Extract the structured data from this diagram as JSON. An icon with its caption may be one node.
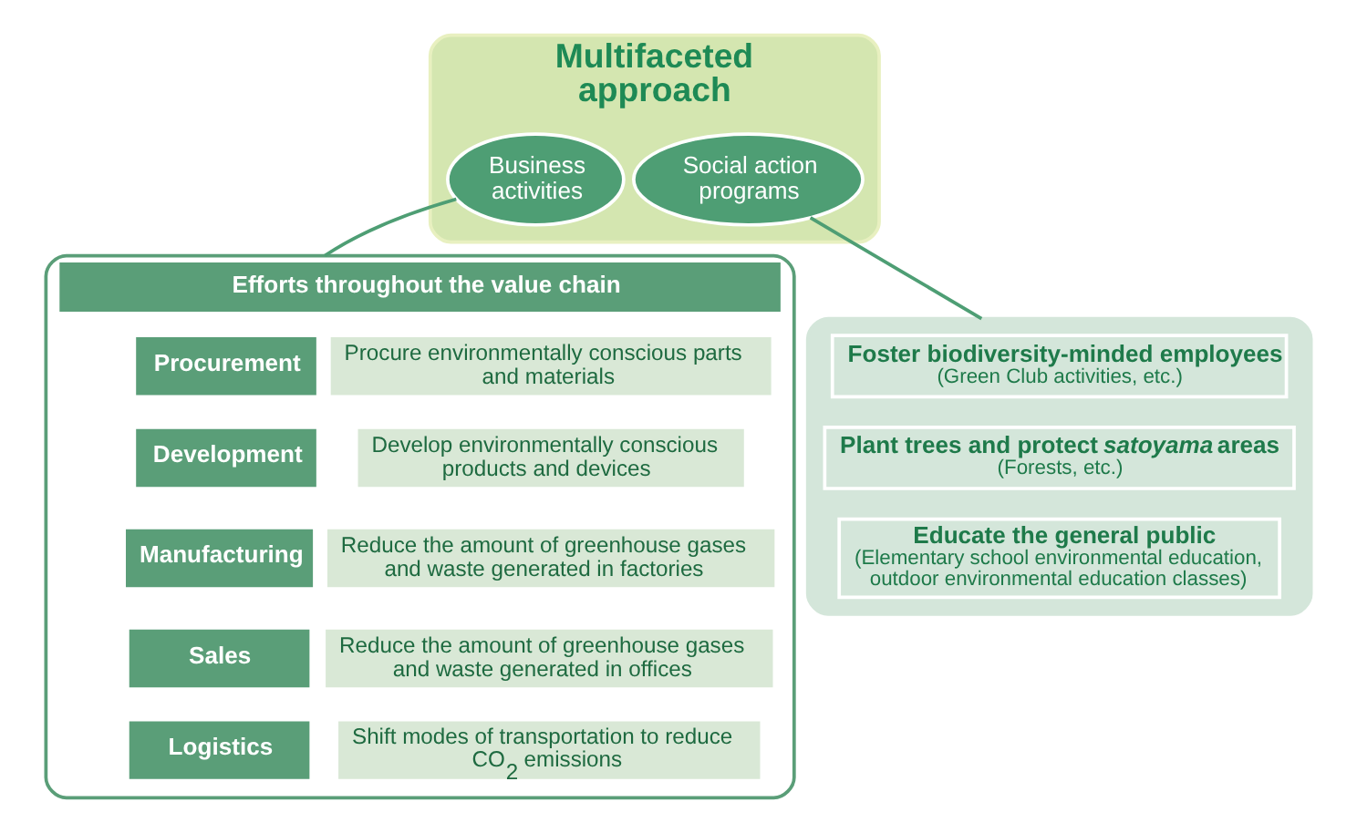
{
  "diagram": {
    "nodes": [
      {
        "text": [
          "Multifaceted approach"
        ]
      },
      {
        "text": [
          "Business activities"
        ],
        "in": 0
      },
      {
        "text": [
          "Social action programs"
        ],
        "in": 0
      },
      {
        "text": [
          "Efforts throughout the value chain"
        ]
      },
      {
        "text": [
          "Procurement"
        ],
        "in": 3
      },
      {
        "text": [
          "Procure environmentally conscious parts and materials"
        ],
        "in": 3
      },
      {
        "text": [
          "Development"
        ],
        "in": 3
      },
      {
        "text": [
          "Develop environmentally conscious products and devices"
        ],
        "in": 3
      },
      {
        "text": [
          "Manufacturing"
        ],
        "in": 3
      },
      {
        "text": [
          "Reduce the amount of greenhouse gases and waste generated in factories"
        ],
        "in": 3
      },
      {
        "text": [
          "Sales"
        ],
        "in": 3
      },
      {
        "text": [
          "Reduce the amount of greenhouse gases and waste generated in offices"
        ],
        "in": 3
      },
      {
        "text": [
          "Logistics"
        ],
        "in": 3
      },
      {
        "text": [
          "Shift modes of transportation to reduce CO$_{2}$ emissions"
        ],
        "in": 3
      },
      {
        "text": [],
        "shape": "box"
      },
      {
        "text": [
          "Foster biodiversity-minded employees",
          "(Green Club activities, etc.)"
        ],
        "in": 14
      },
      {
        "text": [
          "Plant trees and protect *satoyama* areas",
          "(Forests, etc.)"
        ],
        "in": 14
      },
      {
        "text": [
          "Educate the general public",
          "(Elementary school environmental education, outdoor environmental education classes)"
        ],
        "in": 14
      }
    ],
    "edges": [
      {
        "from": 1,
        "to": 3,
        "arrow": "none"
      },
      {
        "from": 2,
        "to": 14,
        "arrow": "none"
      }
    ]
  }
}
